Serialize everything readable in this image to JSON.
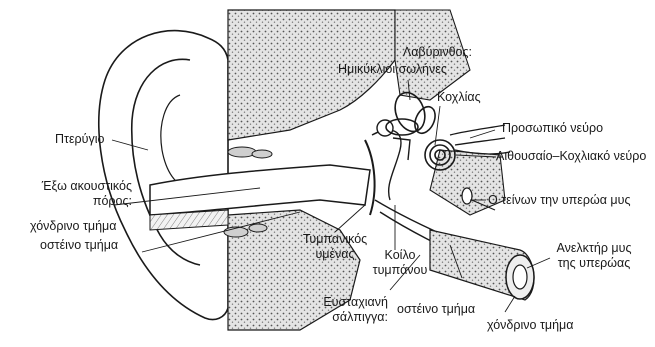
{
  "labels": {
    "labyrinth": "Λαβύρινθος:",
    "semicircular_canals": "Ημικύκλιοι σωλήνες",
    "cochlea": "Κοχλίας",
    "facial_nerve": "Προσωπικό νεύρο",
    "vestibulocochlear_nerve": "Αιθουσαίο–Κοχλιακό νεύρο",
    "auricle": "Πτερύγιο",
    "external_canal_line1": "Έξω ακουστικός",
    "external_canal_line2": "πόρος:",
    "cartilaginous_part": "χόνδρινο τμήμα",
    "bony_part": "οστέινο τμήμα",
    "tensor_veli_palatini": "Ο τείνων την υπερώα μυς",
    "tympanic_membrane_line1": "Τυμπανικός",
    "tympanic_membrane_line2": "υμένας",
    "tympanic_cavity_line1": "Κοίλο",
    "tympanic_cavity_line2": "τυμπάνου",
    "levator_line1": "Ανελκτήρ μυς",
    "levator_line2": "της υπερώας",
    "eustachian_line1": "Ευσταχιανή",
    "eustachian_line2": "σάλπιγγα:",
    "eustachian_bony_part": "οστέινο τμήμα",
    "eustachian_cartilaginous_part": "χόνδρινο τμήμα"
  },
  "colors": {
    "ink": "#1a1a1a",
    "bone_fill": "#d9d9d9",
    "cartilage_fill": "#eeeeee"
  }
}
